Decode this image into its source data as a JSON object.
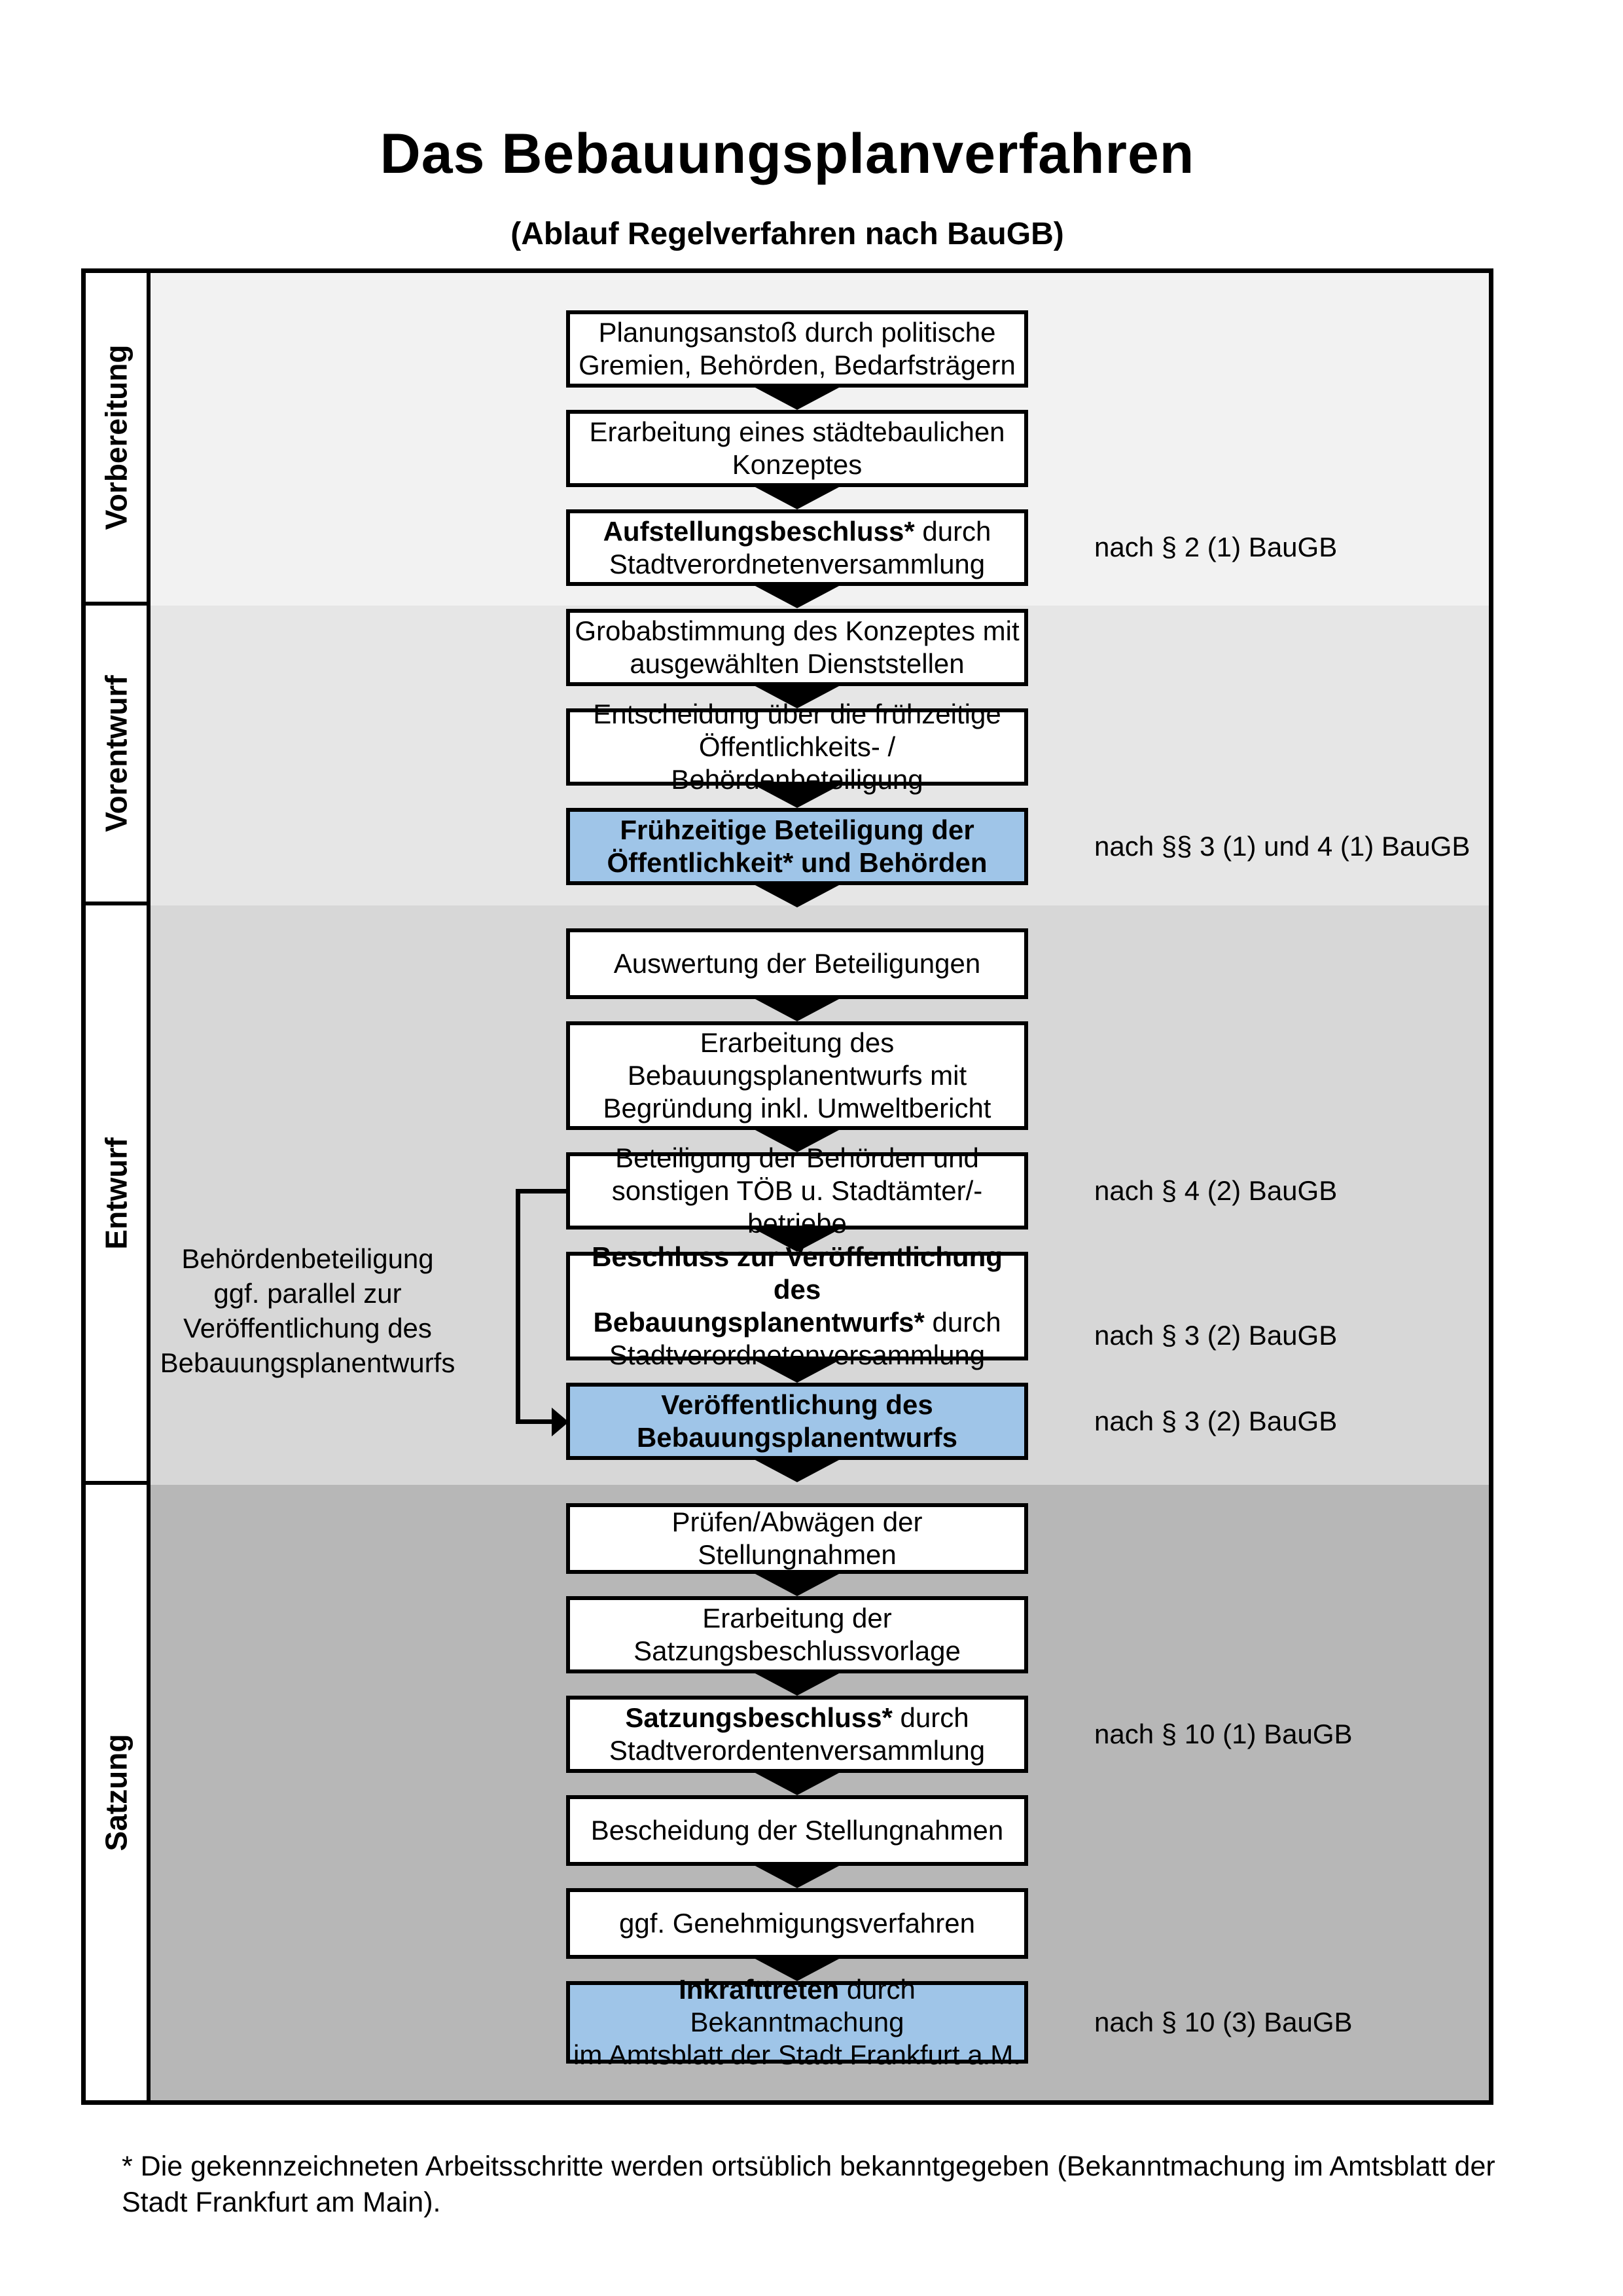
{
  "title": "Das Bebauungsplanverfahren",
  "subtitle": "(Ablauf Regelverfahren nach BauGB)",
  "colors": {
    "band_vorbereitung": "#f2f2f2",
    "band_vorentwurf": "#e6e6e6",
    "band_entwurf": "#d7d7d7",
    "band_satzung": "#b7b7b7",
    "highlight_blue": "#9fc5e8"
  },
  "phases": [
    {
      "label": "Vorbereitung"
    },
    {
      "label": "Vorentwurf"
    },
    {
      "label": "Entwurf"
    },
    {
      "label": "Satzung"
    }
  ],
  "steps": [
    {
      "lines": [
        [
          "Planungsanstoß durch politische"
        ],
        [
          "Gremien, Behörden, Bedarfsträgern"
        ]
      ]
    },
    {
      "lines": [
        [
          "Erarbeitung eines städtebaulichen"
        ],
        [
          "Konzeptes"
        ]
      ]
    },
    {
      "lines": [
        [
          {
            "t": "Aufstellungsbeschluss*"
          },
          " durch"
        ],
        [
          "Stadtverordnetenversammlung"
        ]
      ]
    },
    {
      "lines": [
        [
          "Grobabstimmung des Konzeptes mit"
        ],
        [
          "ausgewählten Dienststellen"
        ]
      ]
    },
    {
      "lines": [
        [
          "Entscheidung über die frühzeitige"
        ],
        [
          "Öffentlichkeits- / Behördenbeteiligung"
        ]
      ]
    },
    {
      "lines": [
        [
          "Frühzeitige Beteiligung der"
        ],
        [
          "Öffentlichkeit* und Behörden"
        ]
      ]
    },
    {
      "lines": [
        [
          "Auswertung der Beteiligungen"
        ]
      ]
    },
    {
      "lines": [
        [
          "Erarbeitung des"
        ],
        [
          "Bebauungsplanentwurfs mit"
        ],
        [
          "Begründung inkl. Umweltbericht"
        ]
      ]
    },
    {
      "lines": [
        [
          "Beteiligung der Behörden und"
        ],
        [
          "sonstigen TÖB u. Stadtämter/-betriebe"
        ]
      ]
    },
    {
      "lines": [
        [
          {
            "t": "Beschluss zur Veröffentlichung des"
          }
        ],
        [
          {
            "t": "Bebauungsplanentwurfs*"
          },
          " durch"
        ],
        [
          "Stadtverordnetenversammlung"
        ]
      ]
    },
    {
      "lines": [
        [
          "Veröffentlichung des"
        ],
        [
          "Bebauungsplanentwurfs"
        ]
      ]
    },
    {
      "lines": [
        [
          "Prüfen/Abwägen der Stellungnahmen"
        ]
      ]
    },
    {
      "lines": [
        [
          "Erarbeitung der"
        ],
        [
          "Satzungsbeschlussvorlage"
        ]
      ]
    },
    {
      "lines": [
        [
          {
            "t": "Satzungsbeschluss*"
          },
          " durch"
        ],
        [
          "Stadtverordentenversammlung"
        ]
      ]
    },
    {
      "lines": [
        [
          "Bescheidung der Stellungnahmen"
        ]
      ]
    },
    {
      "lines": [
        [
          "ggf. Genehmigungsverfahren"
        ]
      ]
    },
    {
      "lines": [
        [
          {
            "t": "Inkrafttreten"
          },
          " durch Bekanntmachung"
        ],
        [
          "im Amtsblatt der Stadt Frankfurt a.M."
        ]
      ]
    }
  ],
  "legal_refs": [
    {
      "text": "nach § 2 (1) BauGB"
    },
    {
      "text": "nach §§ 3 (1) und 4 (1) BauGB"
    },
    {
      "text": "nach § 4 (2) BauGB"
    },
    {
      "text": "nach § 3 (2) BauGB"
    },
    {
      "text": "nach § 3 (2) BauGB"
    },
    {
      "text": "nach § 10 (1) BauGB"
    },
    {
      "text": "nach § 10 (3) BauGB"
    }
  ],
  "side_note": {
    "lines": [
      [
        "Behördenbeteiligung"
      ],
      [
        "ggf. parallel zur"
      ],
      [
        "Veröffentlichung des"
      ],
      [
        "Bebauungsplanentwurfs"
      ]
    ]
  },
  "footnote": "* Die gekennzeichneten Arbeitsschritte werden ortsüblich bekanntgegeben (Bekanntmachung im Amtsblatt  der Stadt Frankfurt am Main)."
}
